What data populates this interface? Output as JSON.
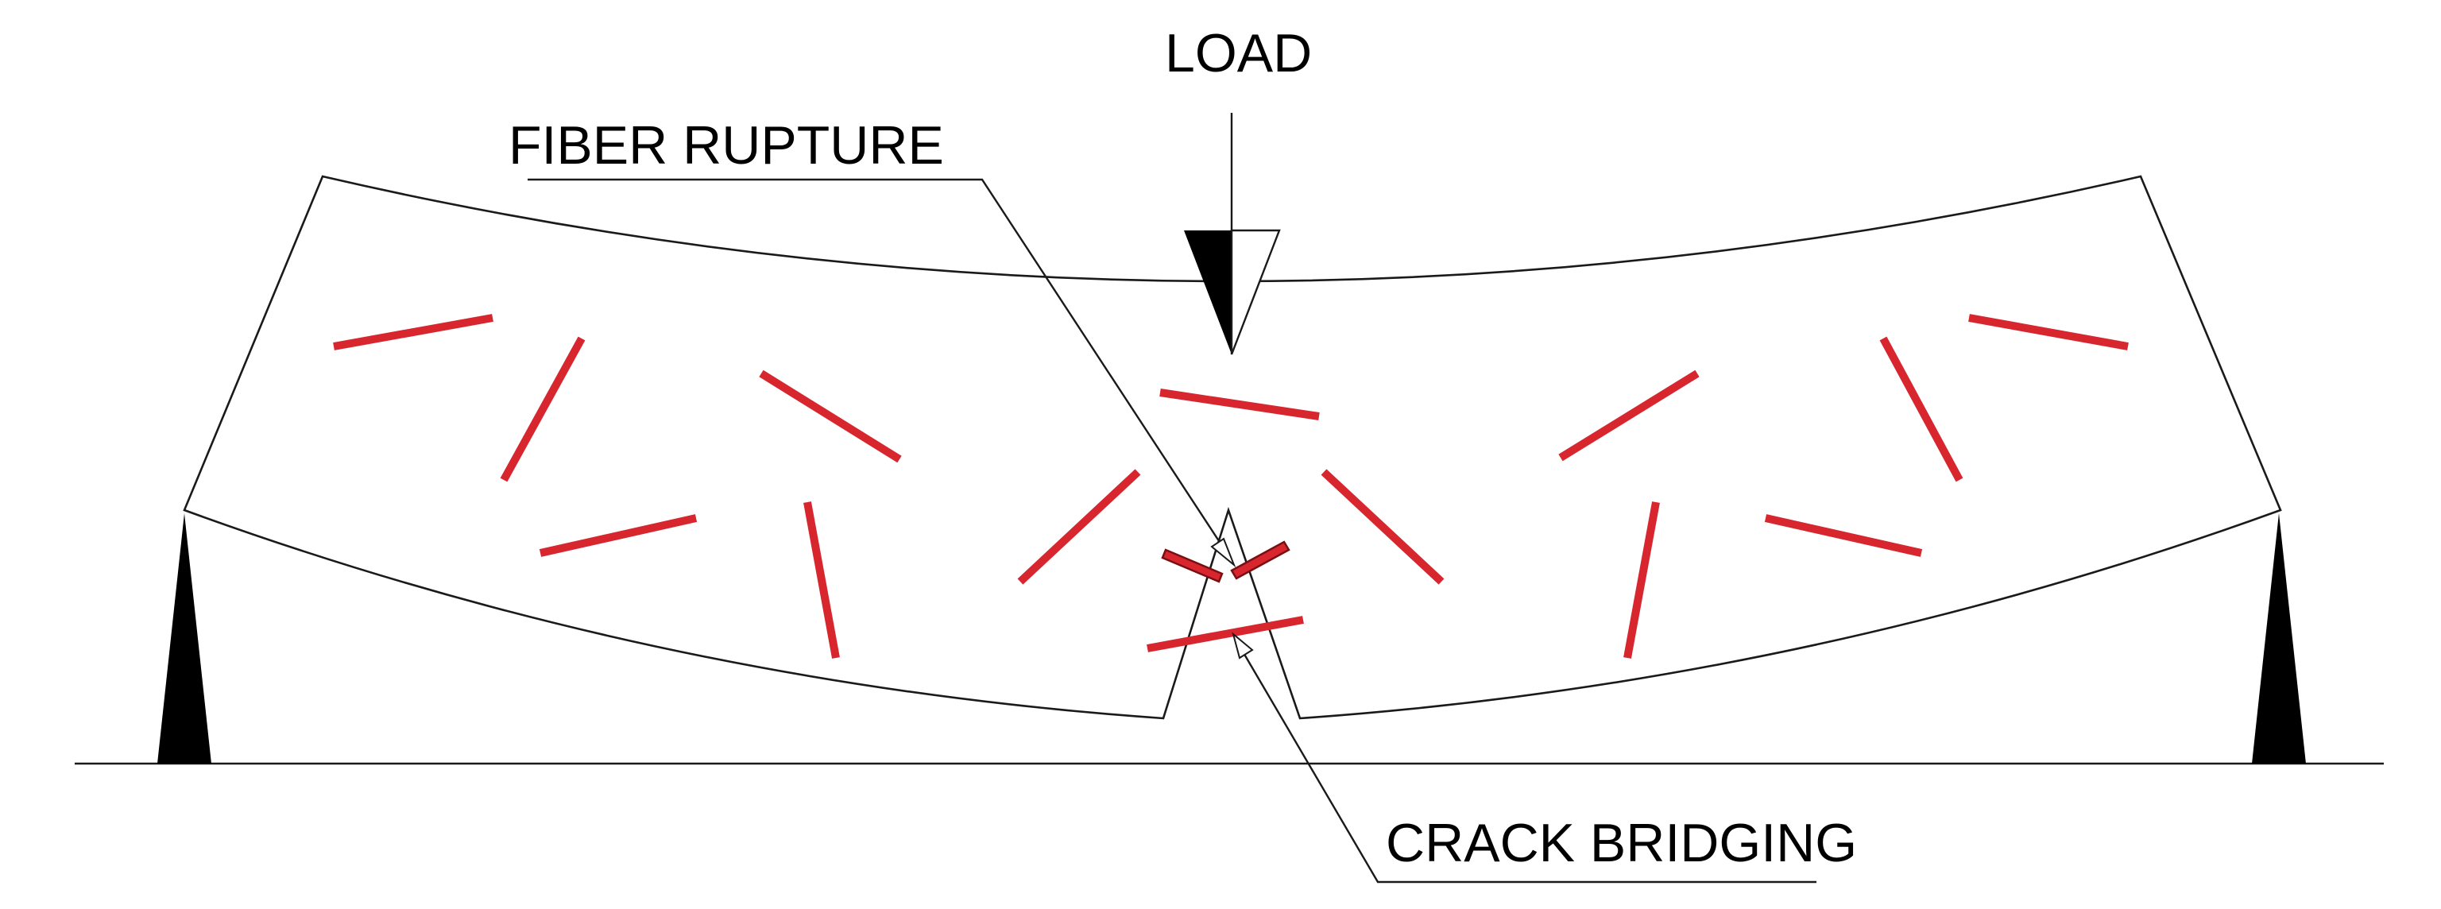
{
  "labels": {
    "load": "LOAD",
    "fiber_rupture": "FIBER RUPTURE",
    "crack_bridging": "CRACK BRIDGING"
  },
  "colors": {
    "fiber": "#d7262e",
    "outline": "#1a1a1a",
    "support": "#000000",
    "background": "#ffffff"
  }
}
